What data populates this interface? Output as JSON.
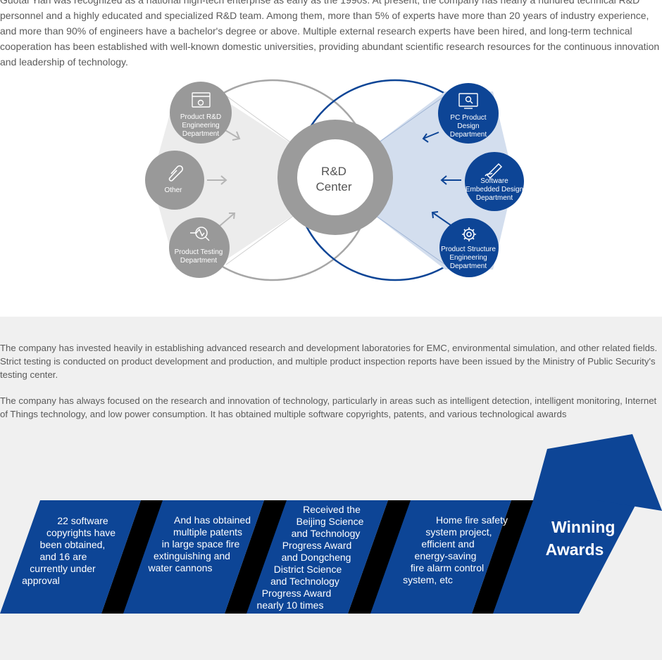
{
  "intro": {
    "text": "Guotai Yian was recognized as a national high-tech enterprise as early as the 1990s. At present, the company has nearly a hundred technical R&D personnel and a highly educated and specialized R&D team. Among them, more than 5% of experts have more than 20 years of industry experience, and more than 90% of engineers have a bachelor's degree or above. Multiple external research experts have been hired, and long-term technical cooperation has been established with well-known domestic universities, providing abundant scientific research resources for the continuous innovation and leadership of technology."
  },
  "diagram": {
    "center_lines": [
      "R&D",
      "Center"
    ],
    "left_nodes": [
      {
        "lines": [
          "Product R&D",
          "Engineering",
          "Department"
        ],
        "icon": "browser-settings-icon"
      },
      {
        "lines": [
          "Other"
        ],
        "icon": "paperclip-icon"
      },
      {
        "lines": [
          "Product Testing",
          "Department"
        ],
        "icon": "magnifier-chart-icon"
      }
    ],
    "right_nodes": [
      {
        "lines": [
          "PC Product",
          "Design",
          "Department"
        ],
        "icon": "monitor-search-icon"
      },
      {
        "lines": [
          "Software",
          "Embedded Design",
          "Department"
        ],
        "icon": "pen-edit-icon"
      },
      {
        "lines": [
          "Product Structure",
          "Engineering",
          "Department"
        ],
        "icon": "gear-icon"
      }
    ],
    "colors": {
      "gray": "#9b9b9b",
      "blue": "#0d4596",
      "light_blue": "#d3deee",
      "light_gray": "#ececec"
    }
  },
  "section2": {
    "p1": "The company has invested heavily in establishing advanced research and development laboratories for EMC, environmental simulation, and other related fields. Strict testing is conducted on product development and production, and multiple product inspection reports have been issued by the Ministry of Public Security's testing center.",
    "p2": "The company has always focused on the research and innovation of technology, particularly in areas such as intelligent detection, intelligent monitoring, Internet of Things technology, and low power consumption. It has obtained multiple software copyrights, patents, and various technological awards"
  },
  "awards": {
    "items": [
      {
        "lines": [
          "22 software",
          "copyrights have",
          "been obtained,",
          "and 16 are",
          "currently under",
          "approval"
        ]
      },
      {
        "lines": [
          "And has obtained",
          "multiple patents",
          "in large space fire",
          "extinguishing and",
          "water cannons"
        ]
      },
      {
        "lines": [
          "Received the",
          "Beijing Science",
          "and Technology",
          "Progress Award",
          "and Dongcheng",
          "District Science",
          "and Technology",
          "Progress Award",
          "nearly 10 times"
        ]
      },
      {
        "lines": [
          "Home fire safety",
          "system project,",
          "efficient and",
          "energy-saving",
          "fire alarm control",
          "system, etc"
        ]
      }
    ],
    "winning_lines": [
      "Winning",
      "Awards"
    ]
  }
}
